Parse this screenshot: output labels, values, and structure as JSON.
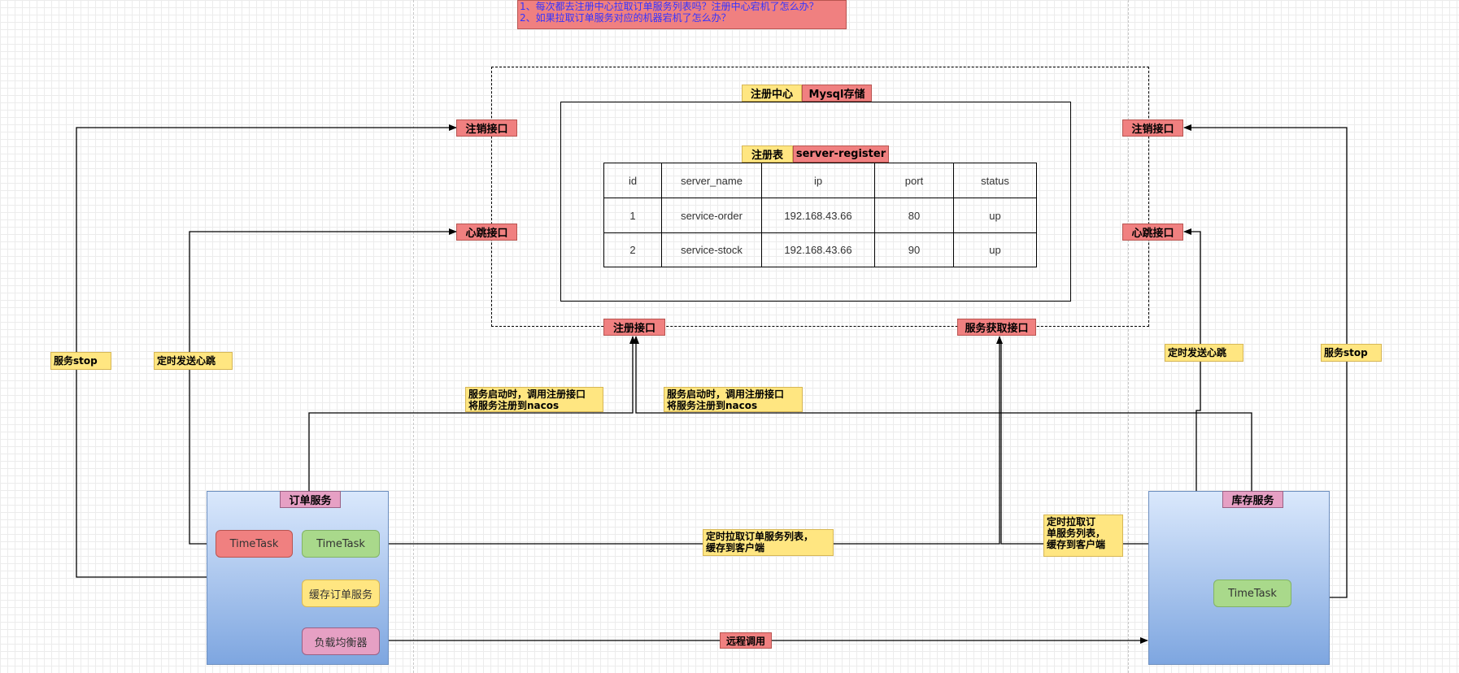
{
  "questions": "1、每次都去注册中心拉取订单服务列表吗？注册中心宕机了怎么办？\n2、如果拉取订单服务对应的机器宕机了怎么办？",
  "registry": {
    "title": "注册中心",
    "storage": "Mysql存储",
    "table_title": "注册表",
    "table_name": "server-register",
    "columns": [
      "id",
      "server_name",
      "ip",
      "port",
      "status"
    ],
    "rows": [
      [
        "1",
        "service-order",
        "192.168.43.66",
        "80",
        "up"
      ],
      [
        "2",
        "service-stock",
        "192.168.43.66",
        "90",
        "up"
      ]
    ]
  },
  "interfaces": {
    "deregister": "注销接口",
    "heartbeat": "心跳接口",
    "register": "注册接口",
    "fetch": "服务获取接口"
  },
  "notes": {
    "service_stop": "服务stop",
    "timed_heartbeat": "定时发送心跳",
    "startup_register": "服务启动时，调用注册接口\n将服务注册到nacos",
    "pull_list_order": "定时拉取订单服务列表，\n缓存到客户端",
    "pull_list_stock": "定时拉取订\n单服务列表，\n缓存到客户端",
    "remote_call": "远程调用"
  },
  "order_service": {
    "title": "订单服务",
    "timetask_red": "TimeTask",
    "timetask_green": "TimeTask",
    "cache": "缓存订单服务",
    "load_balancer": "负载均衡器"
  },
  "stock_service": {
    "title": "库存服务",
    "timetask": "TimeTask"
  },
  "colors": {
    "red_fill": "#f08080",
    "yellow_fill": "#ffe681",
    "green_fill": "#a9d98b",
    "pink_fill": "#e6a0c4",
    "service_gradient_top": "#dae8fc",
    "service_gradient_bottom": "#7ea6e0",
    "question_text": "#3333ff"
  }
}
